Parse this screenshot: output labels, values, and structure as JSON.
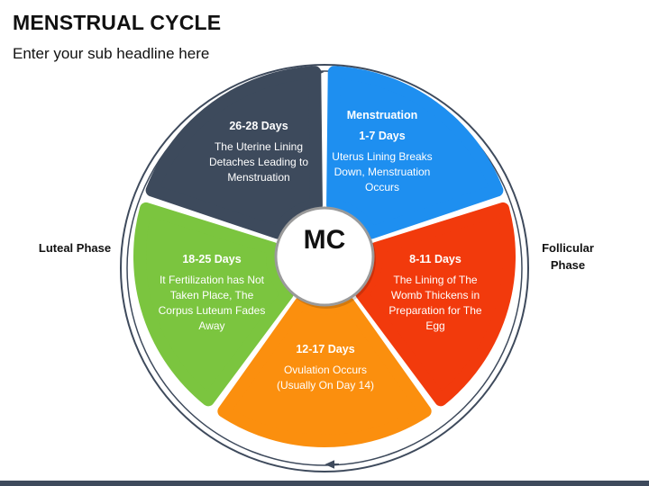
{
  "title": "MENSTRUAL CYCLE",
  "subtitle": "Enter your sub headline here",
  "center": "MC",
  "phases": {
    "left": "Luteal Phase",
    "right": "Follicular Phase"
  },
  "segments": [
    {
      "heading": "Menstruation",
      "days": "1-7 Days",
      "text": "Uterus Lining Breaks Down, Menstruation Occurs",
      "color": "#1e8ff0"
    },
    {
      "heading": "",
      "days": "8-11 Days",
      "text": "The Lining of The Womb Thickens in Preparation for The Egg",
      "color": "#f23a0c"
    },
    {
      "heading": "",
      "days": "12-17 Days",
      "text": "Ovulation Occurs (Usually On Day 14)",
      "color": "#fb8f0e"
    },
    {
      "heading": "",
      "days": "18-25 Days",
      "text": "It Fertilization has Not Taken Place, The Corpus Luteum Fades Away",
      "color": "#7bc53f"
    },
    {
      "heading": "",
      "days": "26-28 Days",
      "text": "The Uterine Lining Detaches Leading to Menstruation",
      "color": "#3d4a5c"
    }
  ],
  "colors": {
    "ring": "#3e4a5c",
    "hub_border": "#9a9a9a"
  }
}
